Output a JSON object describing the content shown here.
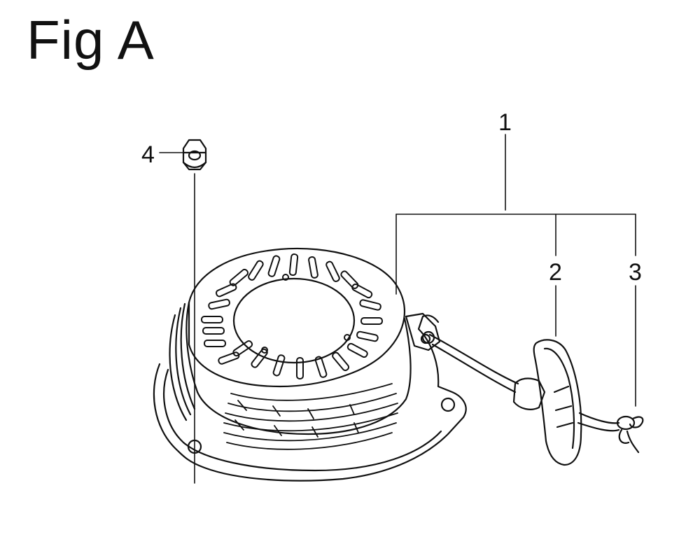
{
  "figure": {
    "title": "Fig A"
  },
  "callouts": {
    "c1": "1",
    "c2": "2",
    "c3": "3",
    "c4": "4"
  },
  "colors": {
    "ink": "#111111",
    "background": "#ffffff"
  }
}
